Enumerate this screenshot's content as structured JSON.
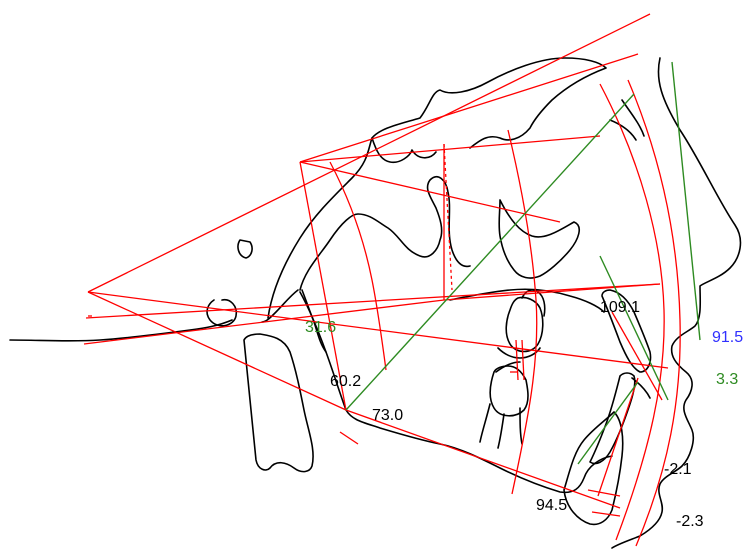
{
  "colors": {
    "outline": "#000000",
    "reference_lines": "#ff0000",
    "green_lines": "#2e8b22",
    "blue_text": "#3030ff",
    "black_text": "#000000"
  },
  "measurements": {
    "angle_31_6": "31.6",
    "angle_60_2": "60.2",
    "angle_73_0": "73.0",
    "angle_109_1": "109.1",
    "angle_94_5": "94.5",
    "value_91_5": "91.5",
    "value_3_3": "3.3",
    "value_neg_2_1": "-2.1",
    "value_neg_2_3": "-2.3"
  }
}
